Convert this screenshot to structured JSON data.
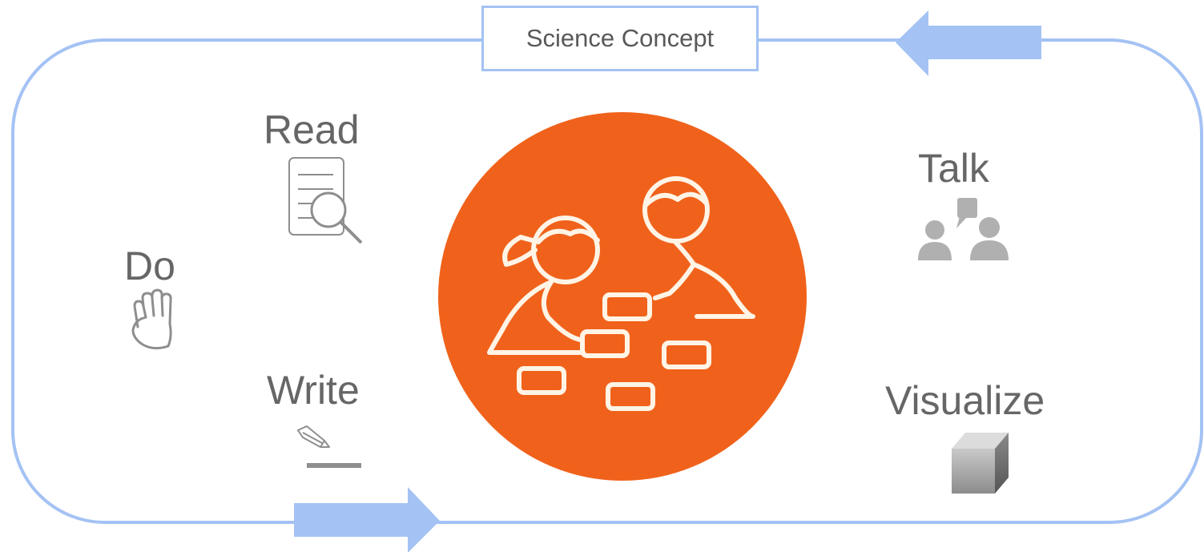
{
  "diagram": {
    "center_concept": "Science Concept",
    "activities": [
      {
        "label": "Read",
        "icon": "document-magnifier-icon"
      },
      {
        "label": "Do",
        "icon": "hand-icon"
      },
      {
        "label": "Write",
        "icon": "pencil-icon"
      },
      {
        "label": "Talk",
        "icon": "two-people-talking-icon"
      },
      {
        "label": "Visualize",
        "icon": "cube-icon"
      }
    ],
    "center_icon": "children-collaborating-icon",
    "colors": {
      "loop": "#a4c2f4",
      "center_circle": "#f0621b",
      "icon_line": "#fff4e6",
      "text": "#666666",
      "icon_gray": "#9e9e9e"
    }
  }
}
